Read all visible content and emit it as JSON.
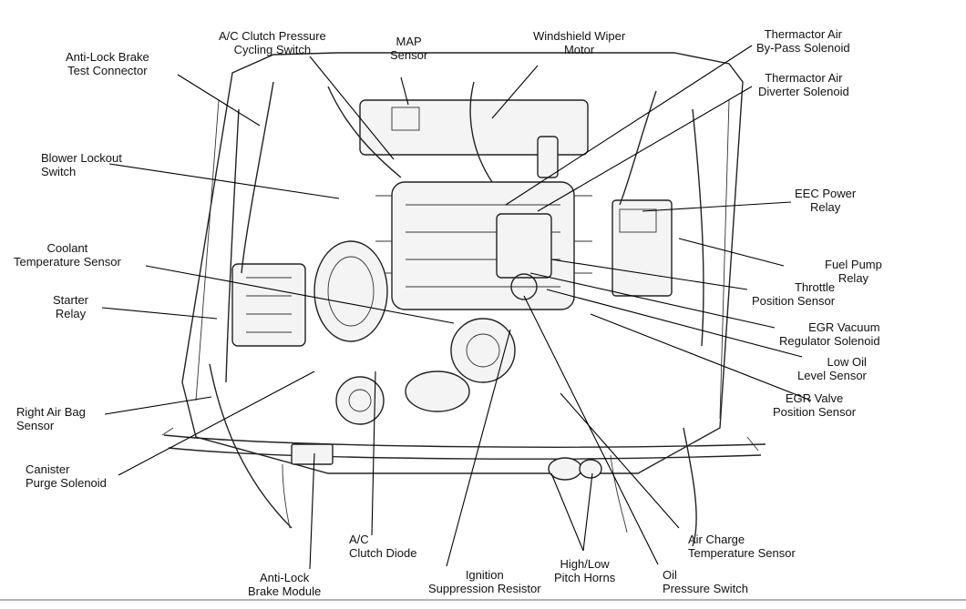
{
  "labels": {
    "abs_test_connector": "Anti-Lock Brake\nTest Connector",
    "ac_clutch_pressure_switch": "A/C Clutch Pressure\nCycling Switch",
    "map_sensor": "MAP\nSensor",
    "windshield_wiper_motor": "Windshield Wiper\nMotor",
    "thermactor_bypass_solenoid": "Thermactor Air\nBy-Pass Solenoid",
    "thermactor_diverter_solenoid": "Thermactor Air\nDiverter Solenoid",
    "blower_lockout_switch": "Blower Lockout\nSwitch",
    "eec_power_relay": "EEC Power\nRelay",
    "coolant_temp_sensor": "Coolant\nTemperature Sensor",
    "fuel_pump_relay": "Fuel Pump\nRelay",
    "throttle_position_sensor": "Throttle\nPosition Sensor",
    "starter_relay": "Starter\nRelay",
    "egr_vacuum_regulator_solenoid": "EGR Vacuum\nRegulator Solenoid",
    "low_oil_level_sensor": "Low Oil\nLevel Sensor",
    "egr_valve_position_sensor": "EGR Valve\nPosition Sensor",
    "right_air_bag_sensor": "Right Air Bag\nSensor",
    "canister_purge_solenoid": "Canister\nPurge Solenoid",
    "ac_clutch_diode": "A/C\nClutch Diode",
    "air_charge_temp_sensor": "Air Charge\nTemperature Sensor",
    "high_low_pitch_horns": "High/Low\nPitch Horns",
    "anti_lock_brake_module": "Anti-Lock\nBrake Module",
    "ignition_suppression_resistor": "Ignition\nSuppression Resistor",
    "oil_pressure_switch": "Oil\nPressure Switch"
  }
}
